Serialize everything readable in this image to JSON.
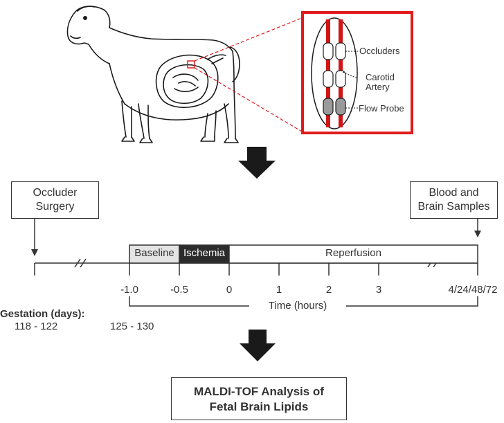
{
  "inset": {
    "labels": {
      "occluders": "Occluders",
      "carotid": "Carotid",
      "artery": "Artery",
      "flow_probe": "Flow Probe"
    }
  },
  "timeline": {
    "surgery_box": {
      "line1": "Occluder",
      "line2": "Surgery"
    },
    "samples_box": {
      "line1": "Blood and",
      "line2": "Brain Samples"
    },
    "phases": {
      "baseline": "Baseline",
      "ischemia": "Ischemia",
      "reperfusion": "Reperfusion"
    },
    "ticks": [
      "-1.0",
      "-0.5",
      "0",
      "1",
      "2",
      "3",
      "4/24/48/72"
    ],
    "axis_label": "Time (hours)"
  },
  "gestation": {
    "title": "Gestation (days):",
    "range1": "118 - 122",
    "range2": "125 - 130"
  },
  "result_box": {
    "line1": "MALDI-TOF Analysis of",
    "line2": "Fetal Brain Lipids"
  },
  "colors": {
    "inset_border": "#e01b1b",
    "artery": "#d11414",
    "ischemia_fill": "#2b2b2b",
    "baseline_fill": "#e4e4e4",
    "probe_fill": "#9a9a9a"
  }
}
